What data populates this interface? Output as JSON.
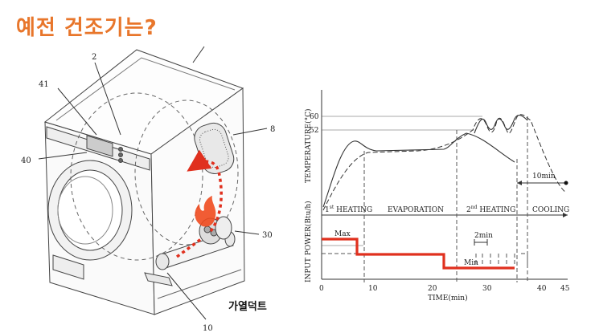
{
  "slide": {
    "title": "예전 건조기는?"
  },
  "dryer": {
    "ref_2": "2",
    "ref_41": "41",
    "ref_40": "40",
    "ref_8": "8",
    "ref_30": "30",
    "ref_10": "10",
    "heater_duct_label": "가열덕트",
    "colors": {
      "airflow": "#e0301e",
      "flame": "#f04a1e"
    }
  },
  "chart": {
    "temp_axis_label": "TEMPERATURE(°C)",
    "power_axis_label": "INPUT POWER(Btu/h)",
    "time_axis_label": "TIME(min)",
    "temp_ticks": [
      "60",
      "52"
    ],
    "time_ticks": [
      "0",
      "10",
      "20",
      "30",
      "40",
      "45"
    ],
    "phases": [
      {
        "sup": "1",
        "sup_suffix": "st",
        "text": " HEATING"
      },
      {
        "text": "EVAPORATION"
      },
      {
        "sup": "2",
        "sup_suffix": "nd",
        "text": " HEATING"
      },
      {
        "text": "COOLING"
      }
    ],
    "annotations": {
      "ten_min": "10min",
      "two_min": "2min",
      "max": "Max",
      "min": "Min"
    },
    "colors": {
      "power_line": "#e0301e",
      "axes": "#333333"
    }
  }
}
